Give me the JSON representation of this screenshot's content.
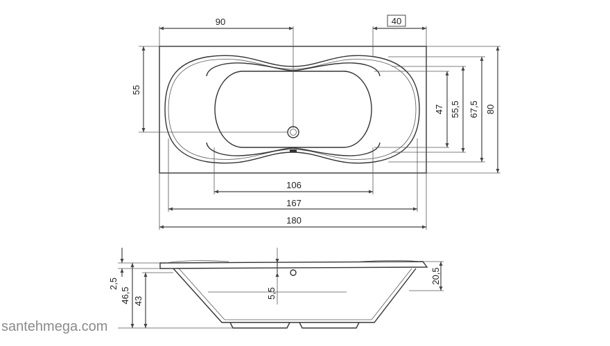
{
  "top_view": {
    "dims": {
      "d90": "90",
      "d40": "40",
      "d55": "55",
      "d47": "47",
      "d55_5": "55,5",
      "d67_5": "67,5",
      "d80": "80",
      "d106": "106",
      "d167": "167",
      "d180": "180"
    }
  },
  "side_view": {
    "dims": {
      "d2_5": "2,5",
      "d46_5": "46,5",
      "d43": "43",
      "d5_5": "5,5",
      "d20_5": "20,5"
    }
  },
  "watermark": "santehmega.com"
}
